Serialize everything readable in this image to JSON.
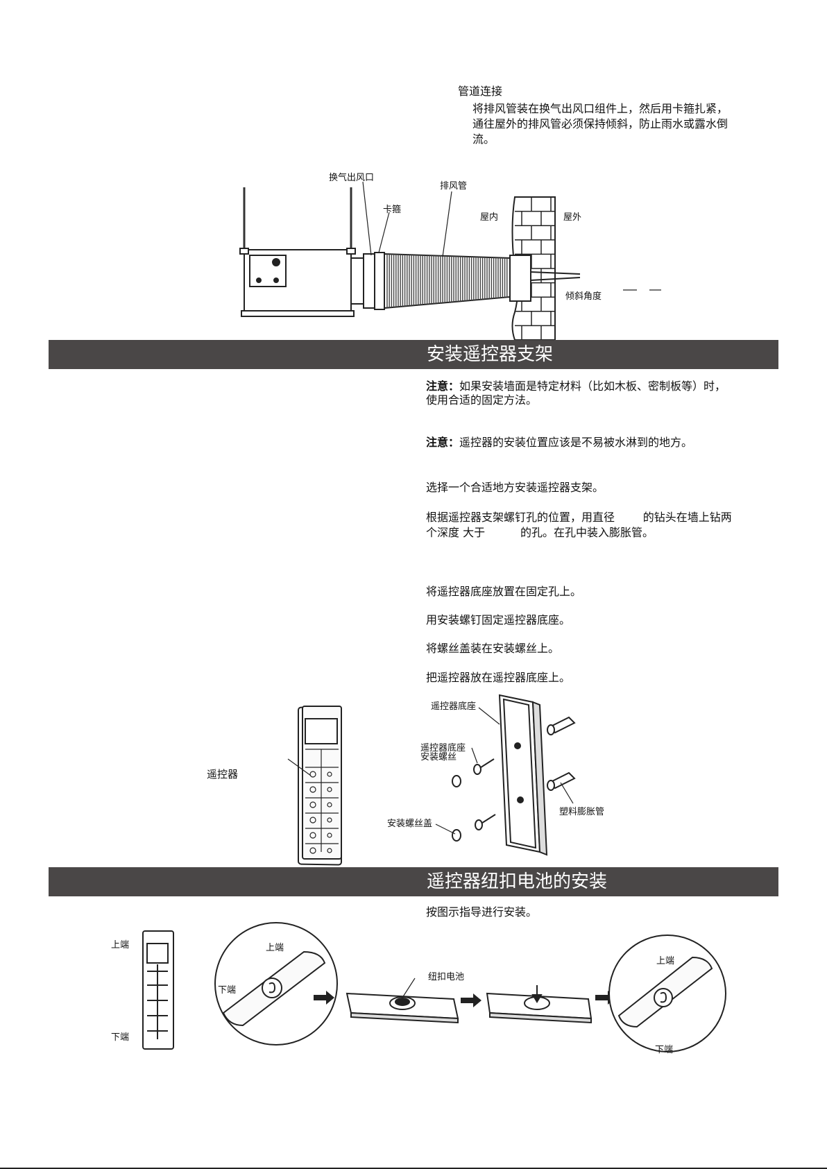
{
  "pipe": {
    "heading": "管道连接",
    "lines": [
      "将排风管装在换气出风口组件上，然后用卡箍扎紧，",
      "通往屋外的排风管必须保持倾斜，防止雨水或露水倒",
      "流。"
    ],
    "labels": {
      "outlet": "换气出风口",
      "duct": "排风管",
      "clamp": "卡箍",
      "indoor": "屋内",
      "outdoor": "屋外",
      "tilt": "倾斜角度"
    }
  },
  "bracket": {
    "title": "安装遥控器支架",
    "note1_prefix": "注意：",
    "note1_line1": "如果安装墙面是特定材料（比如木板、密制板等）时，",
    "note1_line2": "使用合适的固定方法。",
    "note2_prefix": "注意：",
    "note2_text": "遥控器的安装位置应该是不易被水淋到的地方。",
    "step1": "选择一个合适地方安装遥控器支架。",
    "step2_line1": "根据遥控器支架螺钉孔的位置，用直径        的钻头在墙上钻两",
    "step2_line2": "个深度 大于          的孔。在孔中装入膨胀管。",
    "step3": "将遥控器底座放置在固定孔上。",
    "step4": "用安装螺钉固定遥控器底座。",
    "step5": "将螺丝盖装在安装螺丝上。",
    "step6": "把遥控器放在遥控器底座上。",
    "labels": {
      "remote": "遥控器",
      "base": "遥控器底座",
      "screw_line1": "遥控器底座",
      "screw_line2": "安装螺丝",
      "cap": "安装螺丝盖",
      "anchor": "塑料膨胀管"
    }
  },
  "battery": {
    "title": "遥控器纽扣电池的安装",
    "instruction": "按图示指导进行安装。",
    "labels": {
      "top1": "上端",
      "bottom1": "下端",
      "top2": "上端",
      "bottom2": "下端",
      "cell": "纽扣电池",
      "top3": "上端",
      "bottom3": "下端"
    }
  }
}
